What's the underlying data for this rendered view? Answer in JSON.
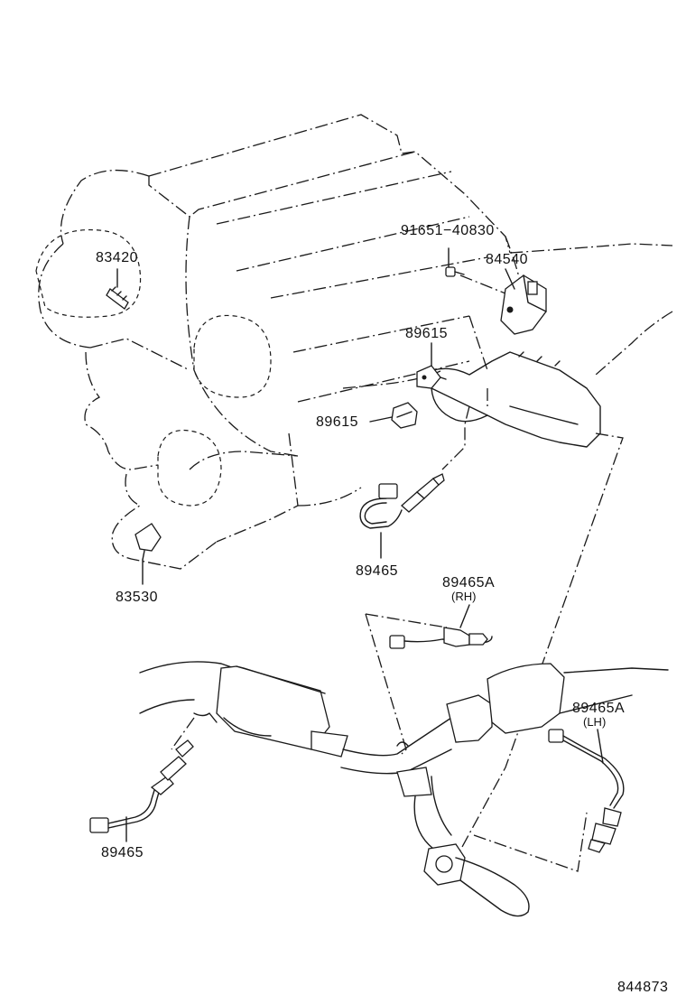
{
  "diagram": {
    "reference_number": "844873",
    "parts": [
      {
        "id": "83420",
        "label": "83420"
      },
      {
        "id": "91651-40830",
        "label": "91651−40830"
      },
      {
        "id": "84540",
        "label": "84540"
      },
      {
        "id": "89615-upper",
        "label": "89615"
      },
      {
        "id": "89615-lower",
        "label": "89615"
      },
      {
        "id": "83530",
        "label": "83530"
      },
      {
        "id": "89465-upper",
        "label": "89465"
      },
      {
        "id": "89465A-rh",
        "label": "89465A",
        "side": "(RH)"
      },
      {
        "id": "89465A-lh",
        "label": "89465A",
        "side": "(LH)"
      },
      {
        "id": "89465-lower",
        "label": "89465"
      }
    ]
  }
}
